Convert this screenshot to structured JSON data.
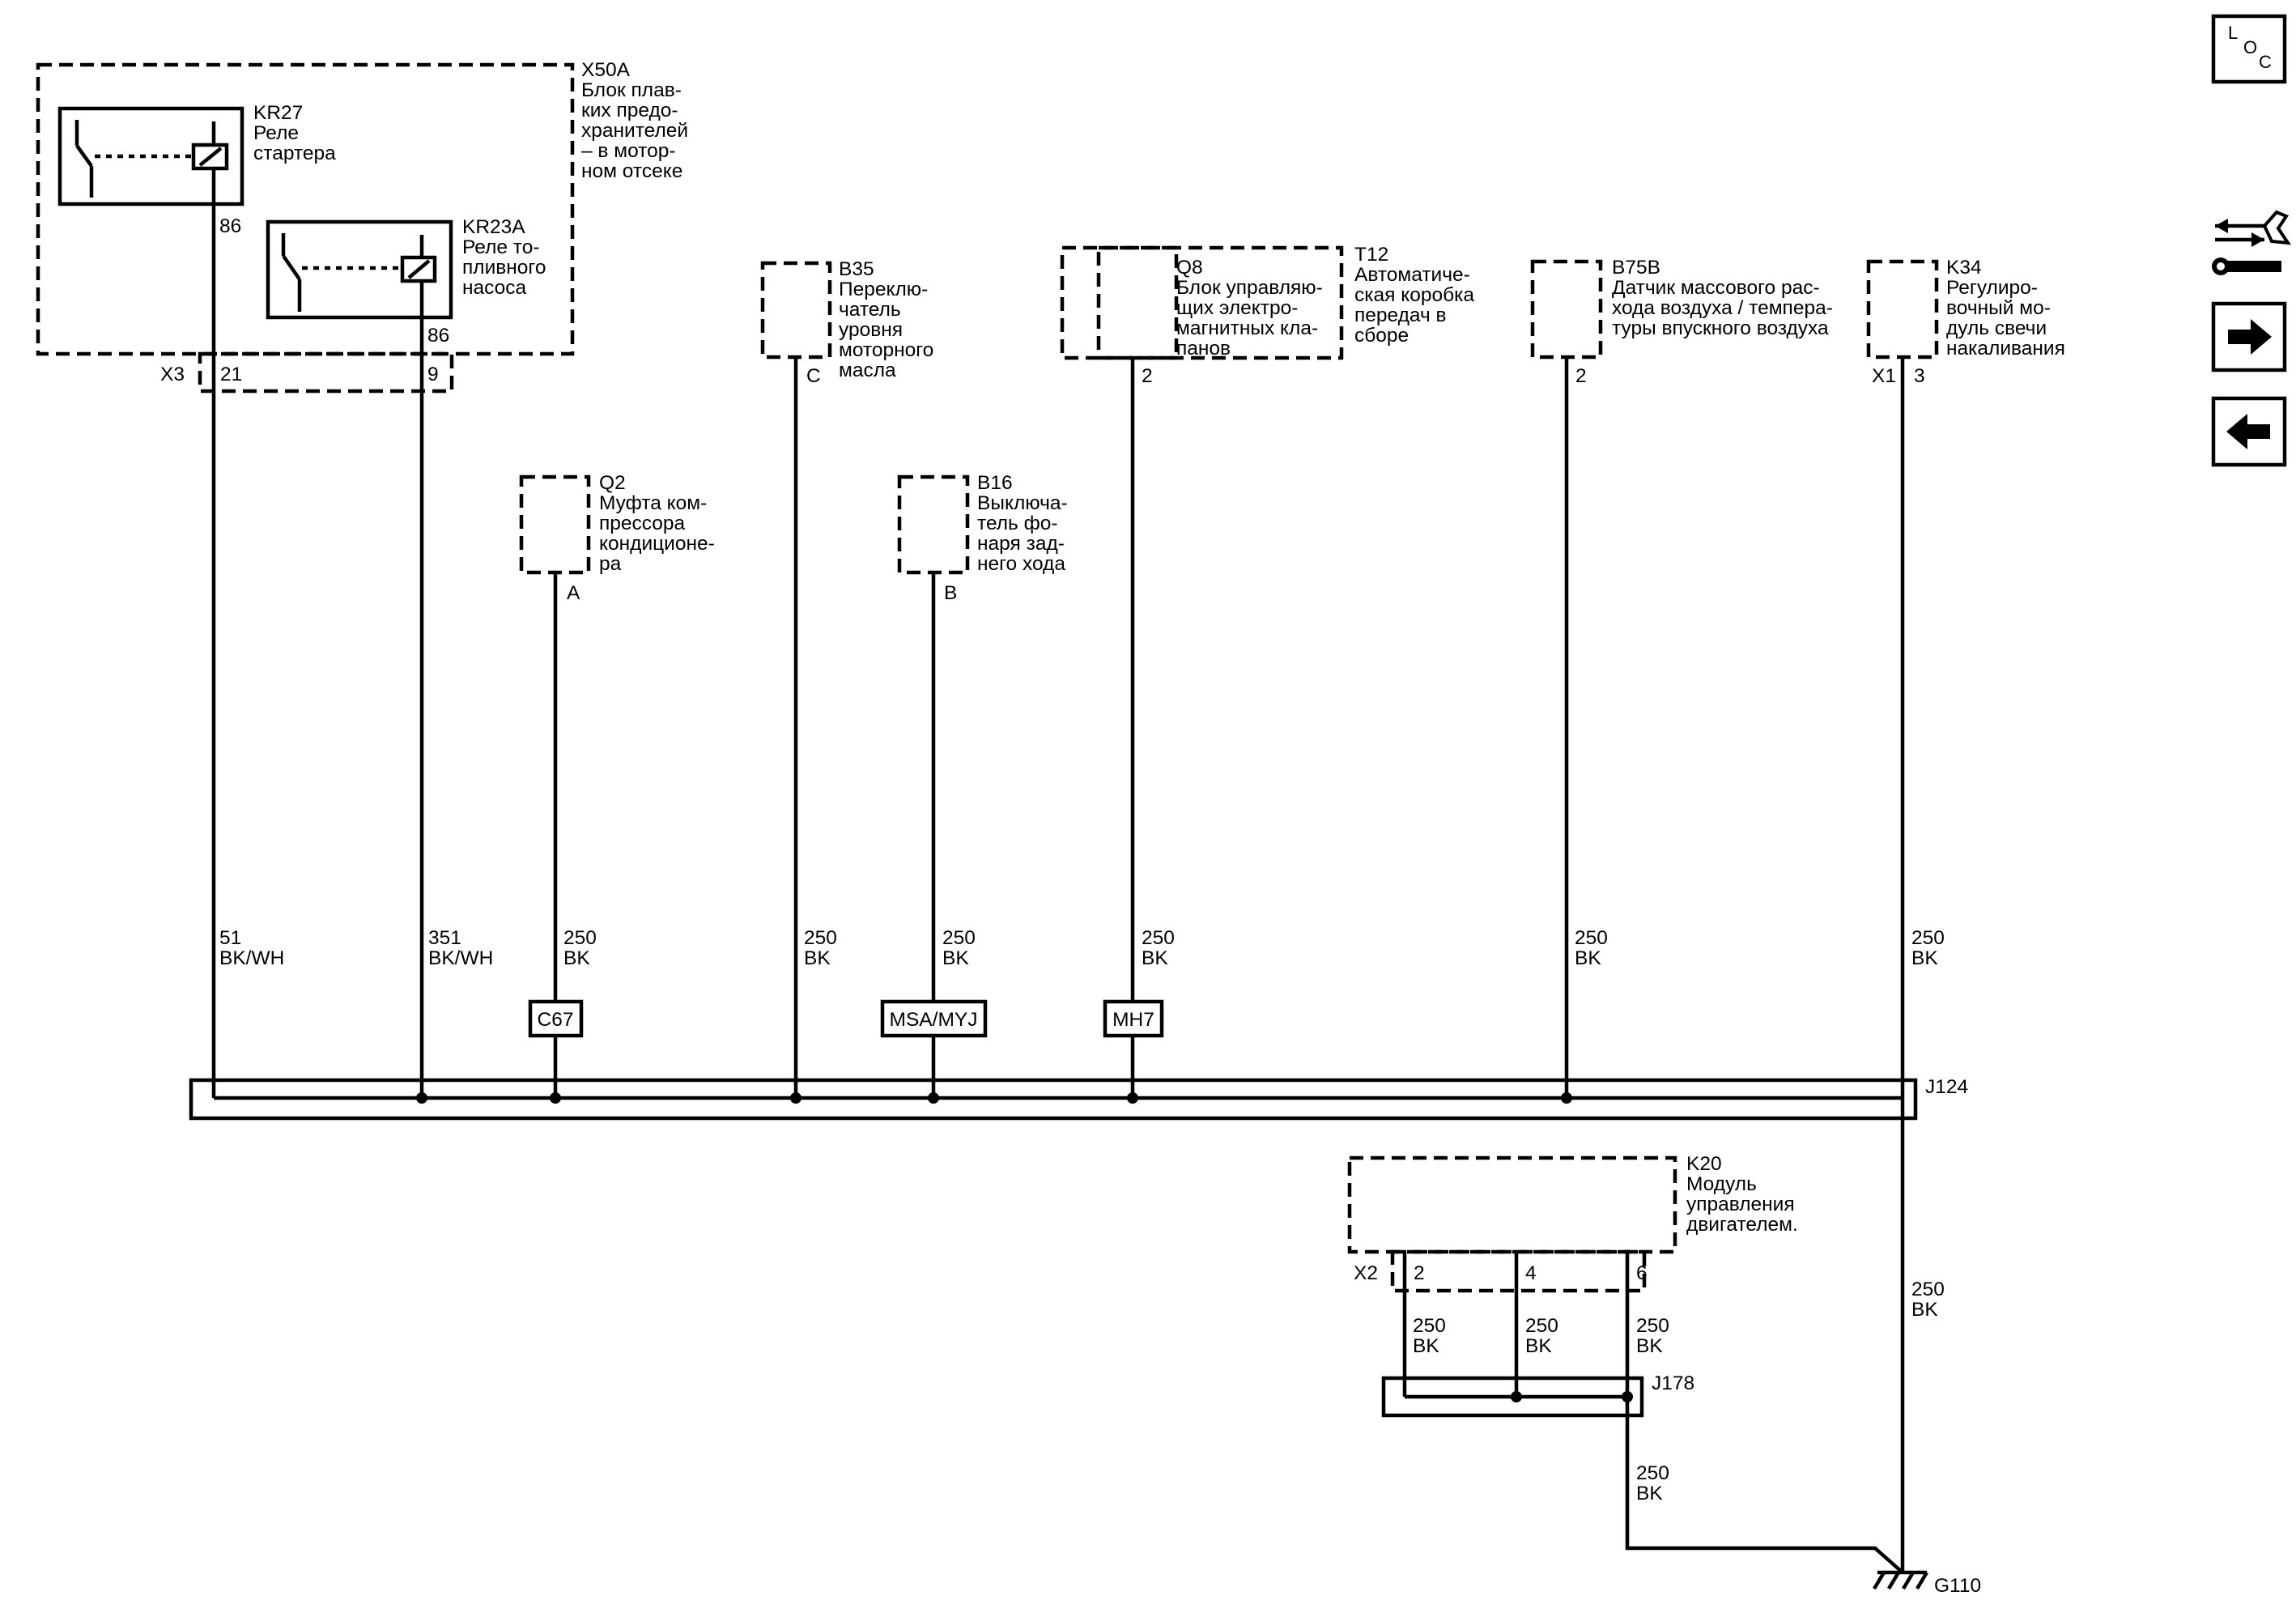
{
  "components": {
    "x50a": {
      "id": "X50A",
      "lines": [
        "Блок плав-",
        "ких предо-",
        "хранителей",
        "– в мотор-",
        "ном отсеке"
      ]
    },
    "kr27": {
      "id": "KR27",
      "lines": [
        "Реле",
        "стартера"
      ],
      "pin": "86"
    },
    "kr23a": {
      "id": "KR23A",
      "lines": [
        "Реле то-",
        "пливного",
        "насоса"
      ],
      "pin": "86"
    },
    "x3": {
      "id": "X3",
      "pins": [
        "21",
        "9"
      ]
    },
    "b35": {
      "id": "B35",
      "lines": [
        "Переклю-",
        "чатель",
        "уровня",
        "моторного",
        "масла"
      ],
      "pin": "C"
    },
    "q8": {
      "id": "Q8",
      "lines": [
        "Блок управляю-",
        "щих электро-",
        "магнитных кла-",
        "панов"
      ],
      "pin": "2"
    },
    "t12": {
      "id": "T12",
      "lines": [
        "Автоматиче-",
        "ская коробка",
        "передач в",
        "сборе"
      ]
    },
    "b75b": {
      "id": "B75B",
      "lines": [
        "Датчик массового рас-",
        "хода воздуха / темпера-",
        "туры впускного воздуха"
      ],
      "pin": "2"
    },
    "k34": {
      "id": "K34",
      "lines": [
        "Регулиро-",
        "вочный мо-",
        "дуль свечи",
        "накаливания"
      ],
      "connector": "X1",
      "pin": "3"
    },
    "q2": {
      "id": "Q2",
      "lines": [
        "Муфта ком-",
        "прессора",
        "кондиционе-",
        "ра"
      ],
      "pin": "A"
    },
    "b16": {
      "id": "B16",
      "lines": [
        "Выключа-",
        "тель фо-",
        "наря зад-",
        "него хода"
      ],
      "pin": "B"
    },
    "k20": {
      "id": "K20",
      "lines": [
        "Модуль",
        "управления",
        "двигателем."
      ],
      "connector": "X2",
      "pins": [
        "2",
        "4",
        "6"
      ]
    }
  },
  "wires": {
    "w1": {
      "circuit": "51",
      "color": "BK/WH"
    },
    "w2": {
      "circuit": "351",
      "color": "BK/WH"
    },
    "w3": {
      "circuit": "250",
      "color": "BK"
    },
    "w4": {
      "circuit": "250",
      "color": "BK"
    },
    "w5": {
      "circuit": "250",
      "color": "BK"
    },
    "w6": {
      "circuit": "250",
      "color": "BK"
    },
    "w7": {
      "circuit": "250",
      "color": "BK"
    },
    "w8": {
      "circuit": "250",
      "color": "BK"
    },
    "w9": {
      "circuit": "250",
      "color": "BK"
    },
    "k20a": {
      "circuit": "250",
      "color": "BK"
    },
    "k20b": {
      "circuit": "250",
      "color": "BK"
    },
    "k20c": {
      "circuit": "250",
      "color": "BK"
    },
    "j178out": {
      "circuit": "250",
      "color": "BK"
    }
  },
  "inline_connectors": [
    "C67",
    "MSA/MYJ",
    "MH7"
  ],
  "splices": {
    "j124": "J124",
    "j178": "J178"
  },
  "ground": "G110",
  "side_panel": {
    "loc": {
      "letters": [
        "L",
        "O",
        "C"
      ]
    },
    "tools_icon": "exchange-wrench-icon",
    "next_icon": "arrow-right-icon",
    "prev_icon": "arrow-left-icon"
  }
}
